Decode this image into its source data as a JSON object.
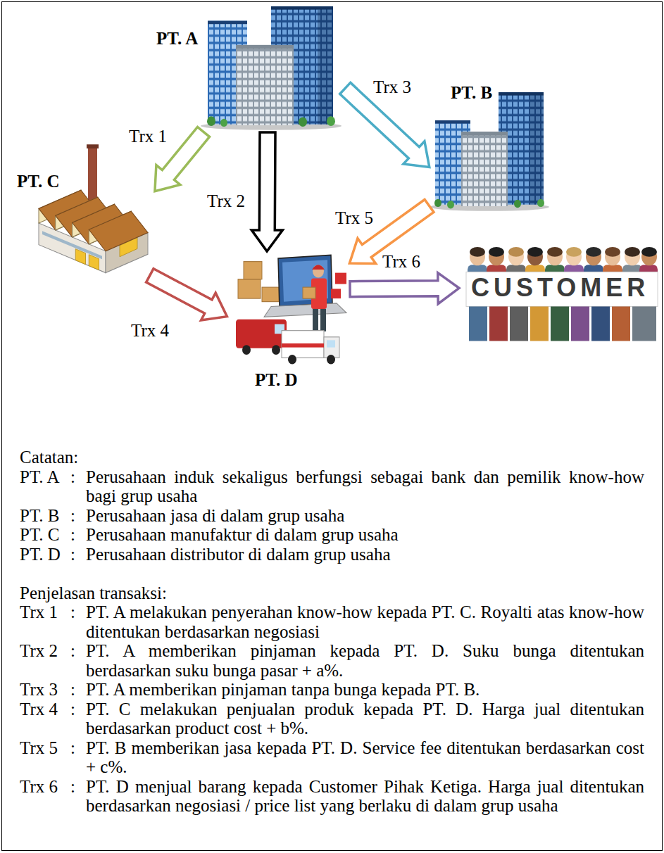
{
  "diagram": {
    "nodes": [
      {
        "text": [
          "PT. A"
        ]
      },
      {
        "text": [
          "PT. B"
        ]
      },
      {
        "text": [
          "PT. C"
        ]
      },
      {
        "text": [
          "PT. D"
        ]
      },
      {
        "text": [
          "CUSTOMER"
        ]
      }
    ],
    "edges": [
      {
        "from": 0,
        "to": 2,
        "label": "Trx 1",
        "arrow": "to"
      },
      {
        "from": 0,
        "to": 3,
        "label": "Trx 2",
        "arrow": "to"
      },
      {
        "from": 0,
        "to": 1,
        "label": "Trx 3",
        "arrow": "to"
      },
      {
        "from": 2,
        "to": 3,
        "label": "Trx 4",
        "arrow": "to"
      },
      {
        "from": 1,
        "to": 3,
        "label": "Trx 5",
        "arrow": "to"
      },
      {
        "from": 3,
        "to": 4,
        "label": "Trx 6",
        "arrow": "to"
      }
    ],
    "labels": [
      "Catatan:",
      "PT. A",
      ":",
      "Perusahaan induk sekaligus berfungsi sebagai bank dan pemilik know-how bagi grup usaha",
      "PT. B",
      ":",
      "Perusahaan jasa di dalam grup usaha",
      "PT. C",
      ":",
      "Perusahaan manufaktur di dalam grup usaha",
      "PT. D",
      ":",
      "Perusahaan distributor di dalam grup usaha",
      "Penjelasan transaksi:",
      "Trx 1",
      ":",
      "PT. A melakukan penyerahan know-how kepada PT. C. Royalti atas know-how ditentukan berdasarkan negosiasi",
      "Trx 2",
      ":",
      "PT. A memberikan pinjaman kepada PT. D. Suku bunga ditentukan berdasarkan suku bunga pasar + a%.",
      "Trx 3",
      ":",
      "PT. A memberikan pinjaman tanpa bunga kepada PT. B.",
      "Trx 4",
      ":",
      "PT. C melakukan penjualan produk kepada PT. D. Harga jual ditentukan berdasarkan product cost + b%.",
      "Trx 5",
      ":",
      "PT. B memberikan jasa kepada PT. D. Service fee ditentukan berdasarkan cost + c%.",
      "Trx 6",
      ":",
      "PT. D menjual barang kepada Customer Pihak Ketiga. Harga jual ditentukan berdasarkan negosiasi / price list yang berlaku di dalam grup usaha"
    ]
  }
}
